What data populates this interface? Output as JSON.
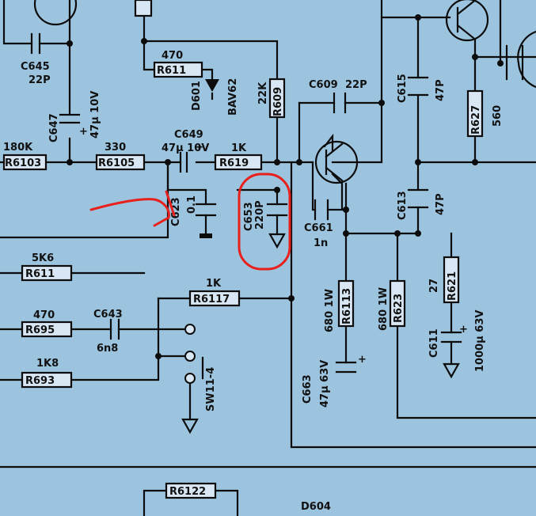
{
  "labels": {
    "c645": "C645",
    "c645_val": "22P",
    "r6103_val": "180K",
    "r6103": "R6103",
    "c647": "C647",
    "c647_val": "47µ 10V",
    "r6105_val": "330",
    "r6105": "R6105",
    "r611_val": "470",
    "r611": "R611",
    "d601": "D601",
    "d601_part": "BAV62",
    "r609_val": "22K",
    "r609": "R609",
    "c609": "C609",
    "c609_val": "22P",
    "c649": "C649",
    "c649_val": "47µ 10V",
    "r619_val": "1K",
    "r619": "R619",
    "c615": "C615",
    "c615_val": "47P",
    "r627": "R627",
    "r627_val": "560",
    "c613": "C613",
    "c613_val": "47P",
    "c623": "C623",
    "c623_val": "0.1",
    "c653": "C653",
    "c653_val": "220P",
    "c661": "C661",
    "c661_val": "1n",
    "r611b_val": "5K6",
    "r611b": "R611",
    "r6117_val": "1K",
    "r6117": "R6117",
    "r695_val": "470",
    "r695": "R695",
    "c643": "C643",
    "c643_val": "6n8",
    "r693_val": "1K8",
    "r693": "R693",
    "sw": "SW11-4",
    "r6113_val": "680 1W",
    "r6113": "R6113",
    "c663": "C663",
    "c663_val": "47µ 63V",
    "r623_val": "680 1W",
    "r623": "R623",
    "r621_val": "27",
    "r621": "R621",
    "c611": "C611",
    "c611_val": "1000µ 63V",
    "r6122": "R6122",
    "d604": "D604"
  },
  "colors": {
    "paper": "#9cc4df",
    "ink": "#0c0c0c",
    "annotation": "#e8201c"
  }
}
